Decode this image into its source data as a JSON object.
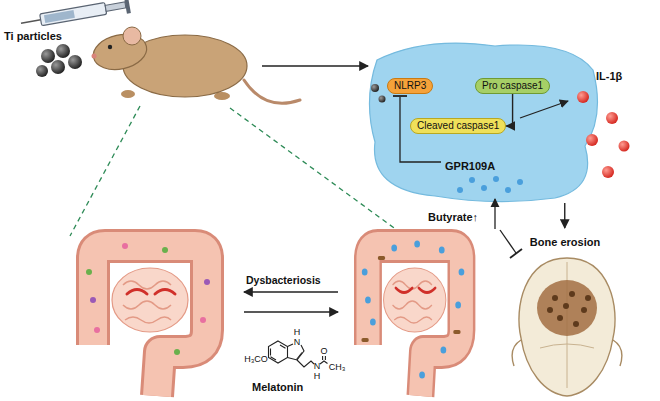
{
  "diagram": {
    "nodes": [
      {
        "text": [
          "GPR109A"
        ]
      },
      {
        "text": [
          "NLRP3"
        ],
        "in": 0
      },
      {
        "text": [
          "Pro caspase1"
        ],
        "in": 0
      },
      {
        "text": [
          "Cleaved caspase1"
        ],
        "in": 0
      },
      {
        "text": [
          "Bone erosion"
        ]
      }
    ],
    "edges": [
      {
        "from": 2,
        "to": 3,
        "arrow": "to"
      },
      {
        "from": 0,
        "to": 4,
        "arrow": "to"
      }
    ],
    "labels": [
      "Ti particles",
      "IL-1β",
      "Butyrate↑",
      "Dysbacteriosis",
      "Melatonin",
      "H",
      "N",
      "H₃CO",
      "N",
      "H",
      "CH₃",
      "O"
    ]
  }
}
